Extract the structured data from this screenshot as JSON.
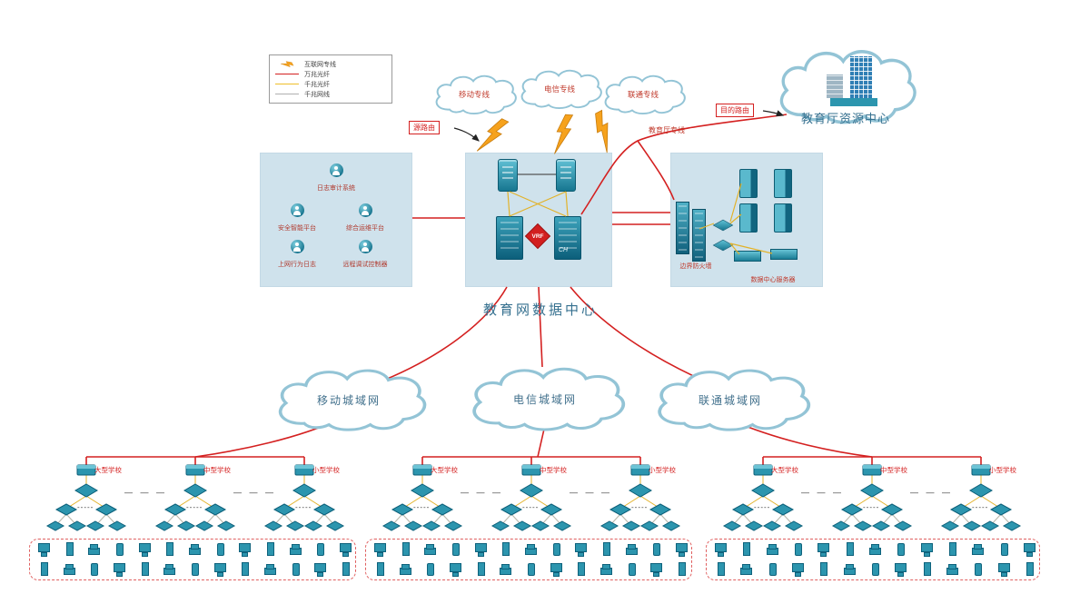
{
  "colors": {
    "red_line": "#d42020",
    "yellow_line": "#e2b229",
    "gray_line": "#b0b0b0",
    "teal_device": "#2c95ae",
    "panel_bg": "#cfe2ec",
    "orange_bolt": "#f6a21d",
    "blue_title": "#35708f",
    "label_red": "#c0392b"
  },
  "legend": {
    "items": [
      {
        "label": "互联网专线",
        "type": "lightning"
      },
      {
        "label": "万兆光纤",
        "type": "line",
        "color": "#d42020"
      },
      {
        "label": "千兆光纤",
        "type": "line",
        "color": "#eebe2a"
      },
      {
        "label": "千兆网线",
        "type": "line",
        "color": "#b0b0b0"
      }
    ]
  },
  "top_clouds": [
    {
      "label": "移动专线"
    },
    {
      "label": "电信专线"
    },
    {
      "label": "联通专线"
    }
  ],
  "annotations": {
    "source_route": "源路由",
    "dest_route": "目的路由",
    "edu_line": "教育厅专线",
    "resource_center": "教育厅资源中心",
    "datacenter": "教育网数据中心"
  },
  "left_panel": {
    "items": [
      "日志审计系统",
      "安全智能平台",
      "综合运维平台",
      "上网行为日志",
      "远程调试控制器"
    ]
  },
  "core_panel": {
    "device_labels": [
      "VRF",
      "CH"
    ]
  },
  "right_panel": {
    "firewall_label": "边界防火墙",
    "server_label": "数据中心服务器"
  },
  "groups": [
    {
      "cloud": "移动城域网",
      "schools": [
        "大型学校",
        "中型学校",
        "小型学校"
      ]
    },
    {
      "cloud": "电信城域网",
      "schools": [
        "大型学校",
        "中型学校",
        "小型学校"
      ]
    },
    {
      "cloud": "联通城域网",
      "schools": [
        "大型学校",
        "中型学校",
        "小型学校"
      ]
    }
  ],
  "decor": {
    "omission_small": "-----",
    "omission_large": "— — —"
  }
}
